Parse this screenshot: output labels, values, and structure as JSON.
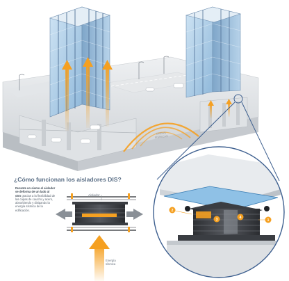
{
  "infographic": {
    "question_title": "¿Cómo funcionan los aisladores DIS?",
    "description_bold": "Durante un sismo el aislador se deforma de un lado al otro",
    "description_rest": "gracias a la flexibilidad de las capas de caucho y acero, absorbiendo y disipando la energía sísmica de la edificación.",
    "isolator_label": "Aislador",
    "energy_label_line1": "Energía",
    "energy_label_line2": "sísmica",
    "waves_label_line1": "ONDAS",
    "waves_label_line2": "SÍSMICAS"
  },
  "colors": {
    "accent_orange": "#f5a021",
    "steel_blue": "#3d5f8f",
    "glass_blue": "#9fc7e6",
    "concrete": "#d9dde1"
  },
  "callouts": [
    "1",
    "2",
    "3",
    "4"
  ]
}
